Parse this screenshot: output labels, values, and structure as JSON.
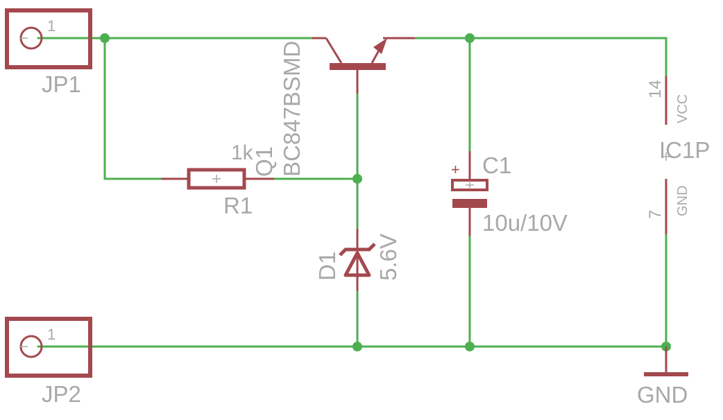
{
  "jp1": {
    "name": "JP1",
    "pin": "1"
  },
  "jp2": {
    "name": "JP2",
    "pin": "1"
  },
  "q1": {
    "name": "Q1",
    "value": "BC847BSMD"
  },
  "r1": {
    "name": "R1",
    "value": "1k"
  },
  "d1": {
    "name": "D1",
    "value": "5.6V"
  },
  "c1": {
    "name": "C1",
    "value": "10u/10V",
    "polarity": "+"
  },
  "ic1p": {
    "name": "IC1P",
    "vcc_pin": "14",
    "vcc_label": "VCC",
    "gnd_pin": "7",
    "gnd_label": "GND"
  },
  "gnd_symbol": {
    "label": "GND"
  },
  "colors": {
    "wire": "#4caf50",
    "symbol": "#a3494e",
    "label": "#a8a8a8",
    "background": "#ffffff"
  }
}
